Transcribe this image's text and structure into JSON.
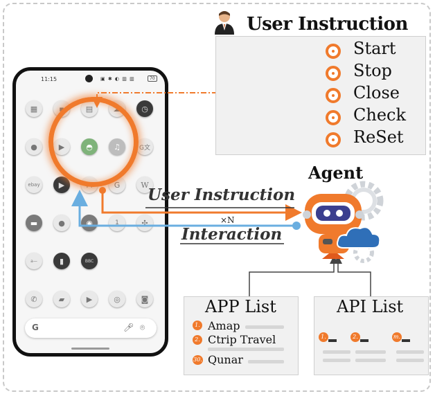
{
  "phone": {
    "time": "11:15",
    "status_icons": "▣ ✱ ◐ ▥ ▥",
    "battery": "70",
    "search_g": "G"
  },
  "user_instruction": {
    "title": "User Instruction",
    "options": [
      "Start",
      "Stop",
      "Close",
      "Check",
      "ReSet"
    ]
  },
  "agent": {
    "title": "Agent"
  },
  "flow": {
    "user_instruction_label": "User Instruction",
    "interaction_label": "Interaction",
    "repeat_label": "×N"
  },
  "app_list": {
    "title": "APP List",
    "items": [
      {
        "index": "1.",
        "name": "Amap"
      },
      {
        "index": "2.",
        "name": "Ctrip Travel"
      },
      {
        "index": "30.",
        "name": "Qunar"
      }
    ]
  },
  "api_list": {
    "title": "API List",
    "items": [
      "1.",
      "2.",
      "m."
    ]
  },
  "colors": {
    "accent": "#f07a2c",
    "feedback": "#6aaee0",
    "agent_blue": "#2f6fb8"
  },
  "icons": [
    "user-person-icon",
    "robot-agent-icon",
    "gear-icon",
    "cloud-icon"
  ]
}
